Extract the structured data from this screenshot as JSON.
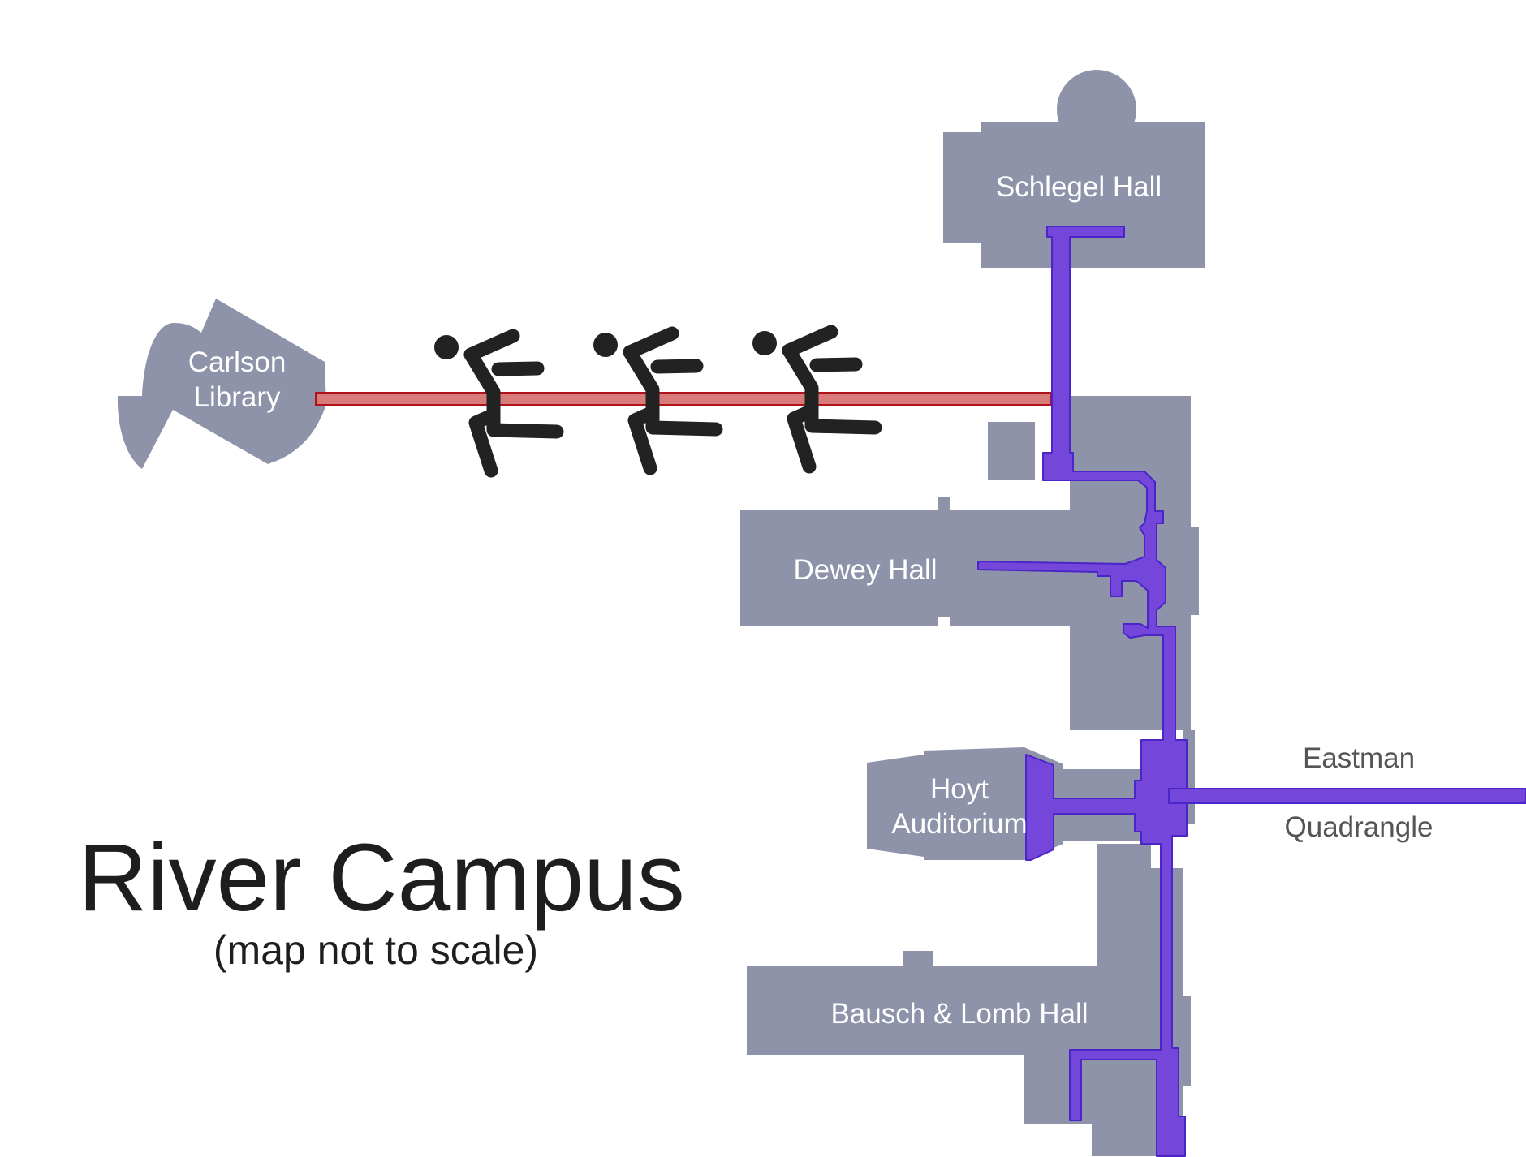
{
  "title": "River Campus",
  "subtitle": "(map not to scale)",
  "buildings": {
    "schlegel": "Schlegel Hall",
    "carlson": [
      "Carlson",
      "Library"
    ],
    "dewey": "Dewey Hall",
    "hoyt": [
      "Hoyt",
      "Auditorium"
    ],
    "bausch": "Bausch & Lomb Hall"
  },
  "external": [
    "Eastman",
    "Quadrangle"
  ],
  "icons": [
    "running-person-icon",
    "running-person-icon",
    "running-person-icon"
  ],
  "colors": {
    "building": "#8e93a9",
    "tunnel": "#7446d9",
    "tunnel_outline": "#4a26c8",
    "outdoor_path": "#d87a7a",
    "outdoor_path_outline": "#b0121a",
    "runner": "#222222"
  }
}
